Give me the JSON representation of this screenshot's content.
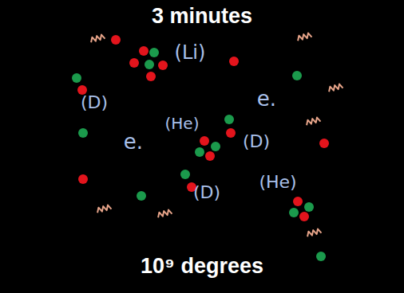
{
  "diagram": {
    "title": "3 minutes",
    "caption": "10⁹ degrees",
    "labels": [
      "(Li)",
      "(D)",
      "e.",
      "(He)",
      "(D)",
      "e.",
      "(D)",
      "(He)"
    ]
  }
}
